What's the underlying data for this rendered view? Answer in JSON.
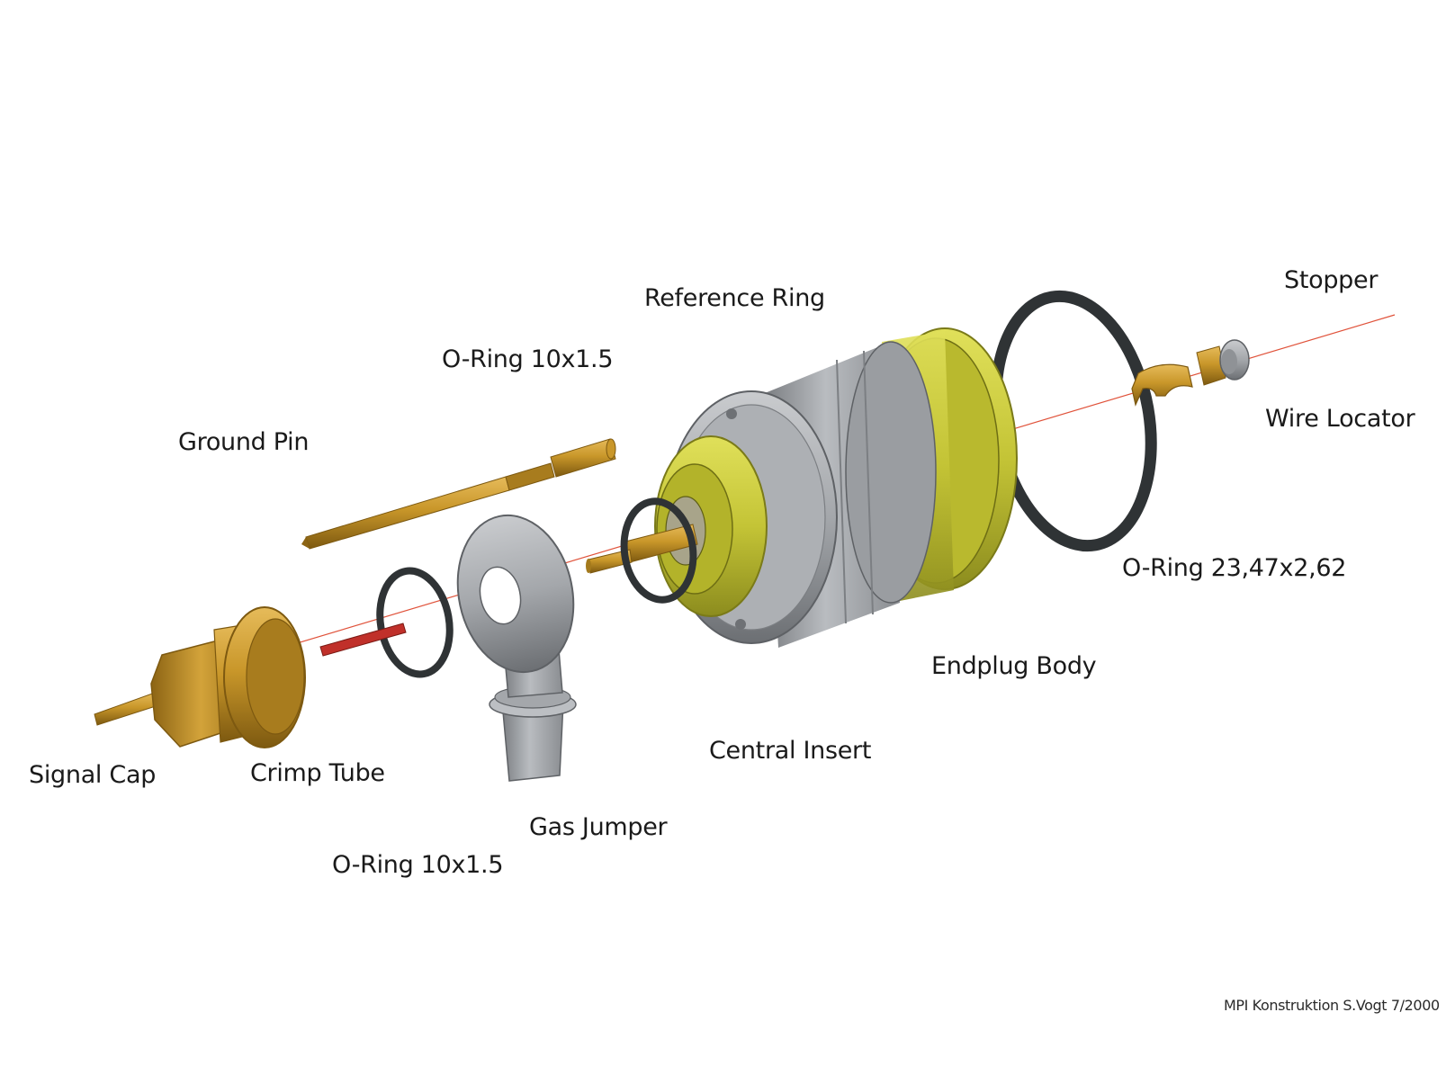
{
  "labels": {
    "stopper": "Stopper",
    "reference_ring": "Reference Ring",
    "o_ring_top": "O-Ring 10x1.5",
    "ground_pin": "Ground Pin",
    "wire_locator": "Wire Locator",
    "o_ring_large": "O-Ring 23,47x2,62",
    "endplug_body": "Endplug Body",
    "central_insert": "Central Insert",
    "signal_cap": "Signal Cap",
    "crimp_tube": "Crimp Tube",
    "gas_jumper": "Gas Jumper",
    "o_ring_bottom": "O-Ring 10x1.5"
  },
  "credit": "MPI Konstruktion S.Vogt 7/2000",
  "colors": {
    "brass": "#c9972a",
    "brass_dark": "#8c6414",
    "grey_metal": "#a9acb0",
    "grey_dark": "#6e7175",
    "yellow_insert": "#c8c83a",
    "o_ring": "#2f3335",
    "axis_line": "#e0523a",
    "crimp_red": "#c0302a"
  }
}
